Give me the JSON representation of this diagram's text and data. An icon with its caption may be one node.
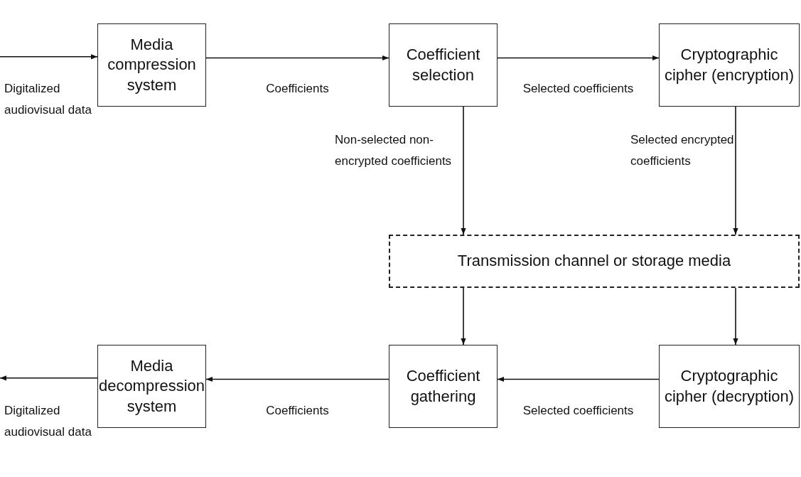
{
  "diagram": {
    "nodes": [
      {
        "text": [
          "Media compression system"
        ]
      },
      {
        "text": [
          "Coefficient selection"
        ]
      },
      {
        "text": [
          "Cryptographic cipher (encryption)"
        ]
      },
      {
        "text": [
          "Transmission channel or storage media"
        ]
      },
      {
        "text": [
          "Media decompression system"
        ]
      },
      {
        "text": [
          "Coefficient gathering"
        ]
      },
      {
        "text": [
          "Cryptographic cipher (decryption)"
        ]
      }
    ],
    "edges": [
      {
        "from": null,
        "to": 0,
        "arrow": "to",
        "label": "Digitalized audiovisual data"
      },
      {
        "from": 0,
        "to": 1,
        "arrow": "to",
        "label": "Coefficients"
      },
      {
        "from": 1,
        "to": 2,
        "arrow": "to",
        "label": "Selected coefficients"
      },
      {
        "from": 1,
        "to": 3,
        "arrow": "to",
        "label": "Non-selected non-encrypted coefficients"
      },
      {
        "from": 2,
        "to": 3,
        "arrow": "to",
        "label": "Selected encrypted coefficients"
      },
      {
        "from": 3,
        "to": 5,
        "arrow": "to"
      },
      {
        "from": 3,
        "to": 6,
        "arrow": "to"
      },
      {
        "from": 6,
        "to": 5,
        "arrow": "to",
        "label": "Selected coefficients"
      },
      {
        "from": 5,
        "to": 4,
        "arrow": "to",
        "label": "Coefficients"
      },
      {
        "from": 4,
        "to": null,
        "arrow": "to",
        "label": "Digitalized audiovisual data"
      }
    ]
  }
}
